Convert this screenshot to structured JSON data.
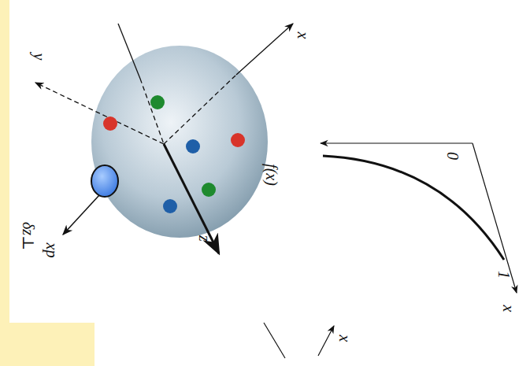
{
  "diagram": {
    "labels": [
      "y",
      "x",
      "z",
      "δz⊥",
      "xp",
      "f(x)",
      "0",
      "1",
      "x",
      "x"
    ]
  }
}
